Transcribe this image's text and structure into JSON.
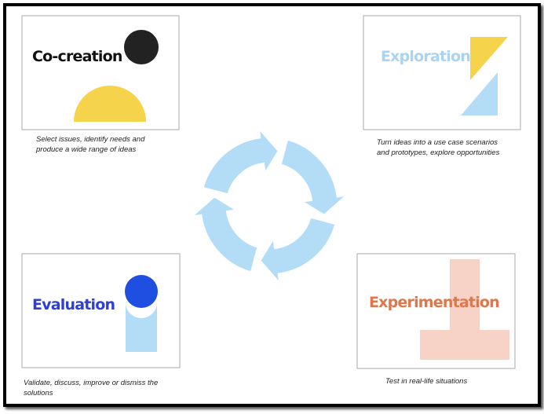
{
  "stages": [
    {
      "title": "Co-creation",
      "caption": [
        "Select issues, identify needs and",
        "produce a wide range of ideas"
      ],
      "color": "#111111"
    },
    {
      "title": "Exploration",
      "caption": [
        "Turn ideas into a use case scenarios",
        "and prototypes, explore opportunities"
      ],
      "color": "#a9d3f0"
    },
    {
      "title": "Evaluation",
      "caption": [
        "Validate, discuss, improve or dismiss the",
        "solutions"
      ],
      "color": "#2f3fd0"
    },
    {
      "title": "Experimentation",
      "caption": [
        "Test in real-life situations"
      ],
      "color": "#e0764a"
    }
  ],
  "colors": {
    "cycle": "#b3dcf7",
    "yellow": "#f5d34a",
    "lightblue": "#b3dcf7",
    "blue": "#1f4fe0",
    "pink": "#f7d3c7",
    "black": "#222222"
  }
}
